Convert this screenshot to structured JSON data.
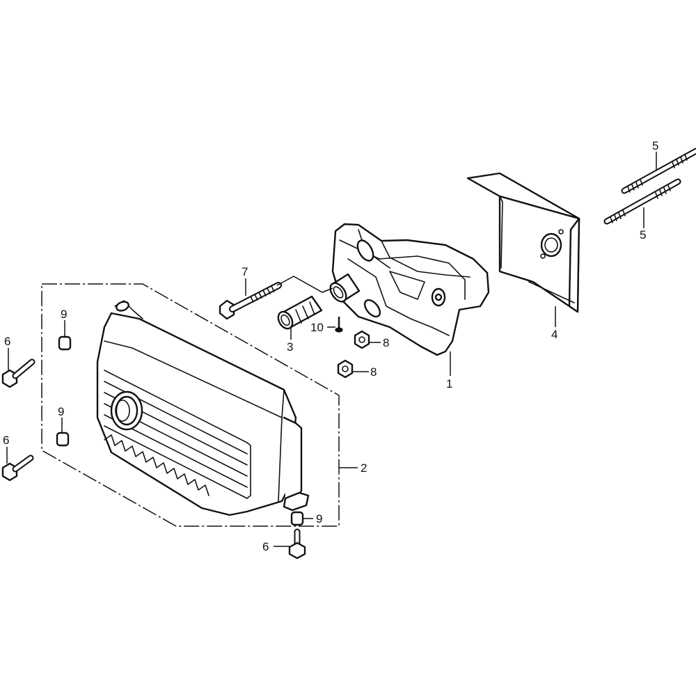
{
  "diagram": {
    "callouts": {
      "c1": "1",
      "c2": "2",
      "c3": "3",
      "c4": "4",
      "c5a": "5",
      "c5b": "5",
      "c6a": "6",
      "c6b": "6",
      "c6c": "6",
      "c7": "7",
      "c8a": "8",
      "c8b": "8",
      "c9a": "9",
      "c9b": "9",
      "c9c": "9",
      "c10": "10"
    }
  }
}
